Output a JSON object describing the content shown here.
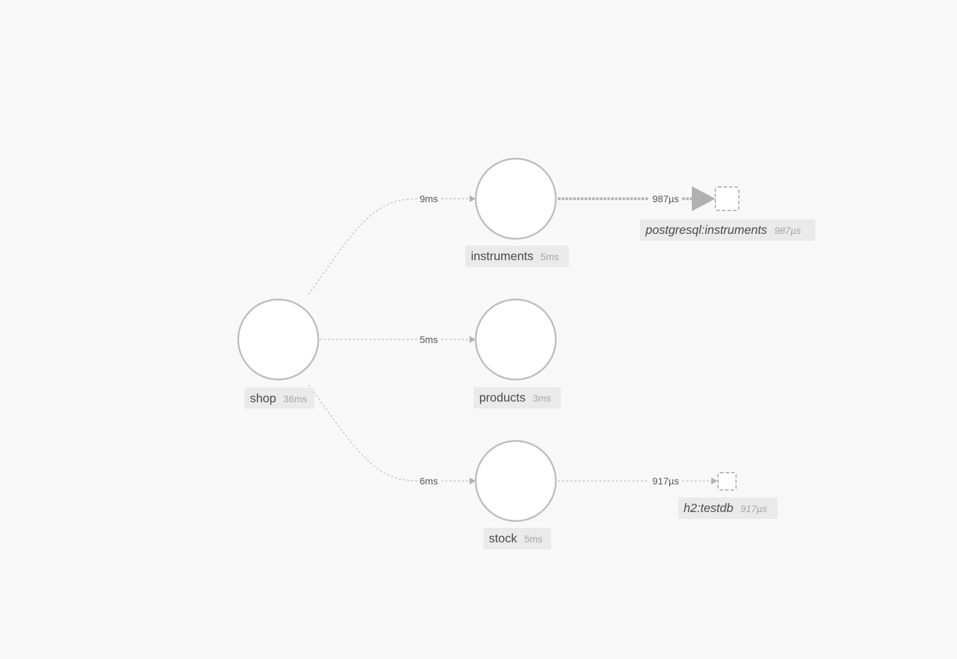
{
  "diagram": {
    "services": [
      {
        "id": "shop",
        "name": "shop",
        "time": "36ms"
      },
      {
        "id": "instruments",
        "name": "instruments",
        "time": "5ms"
      },
      {
        "id": "products",
        "name": "products",
        "time": "3ms"
      },
      {
        "id": "stock",
        "name": "stock",
        "time": "5ms"
      }
    ],
    "databases": [
      {
        "id": "postgres",
        "name": "postgresql:instruments",
        "time": "987µs"
      },
      {
        "id": "h2",
        "name": "h2:testdb",
        "time": "917µs"
      }
    ],
    "edges": [
      {
        "from": "shop",
        "to": "instruments",
        "label": "9ms"
      },
      {
        "from": "shop",
        "to": "products",
        "label": "5ms"
      },
      {
        "from": "shop",
        "to": "stock",
        "label": "6ms"
      },
      {
        "from": "instruments",
        "to": "postgres",
        "label": "987µs",
        "emphasis": "heavy"
      },
      {
        "from": "stock",
        "to": "h2",
        "label": "917µs"
      }
    ],
    "colors": {
      "background": "#f8f8f8",
      "node_stroke": "#bdbdbd",
      "label_background": "#eaeaea"
    }
  }
}
